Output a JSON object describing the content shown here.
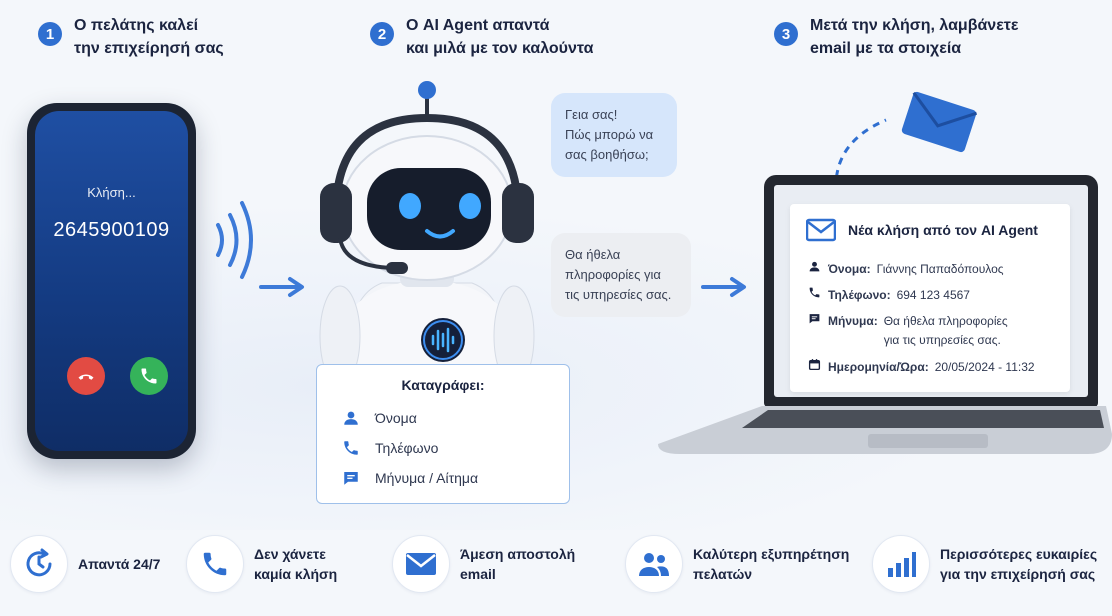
{
  "steps": [
    {
      "number": "1",
      "line1": "Ο πελάτης καλεί",
      "line2": "την επιχείρησή σας"
    },
    {
      "number": "2",
      "line1": "Ο AI Agent απαντά",
      "line2": "και μιλά με τον καλούντα"
    },
    {
      "number": "3",
      "line1": "Μετά την κλήση, λαμβάνετε",
      "line2": "email με τα στοιχεία"
    }
  ],
  "phone": {
    "status": "Κλήση...",
    "number": "2645900109"
  },
  "bubbles": {
    "agent": [
      "Γεια σας!",
      "Πώς μπορώ να",
      "σας βοηθήσω;"
    ],
    "caller": [
      "Θα ήθελα",
      "πληροφορίες για",
      "τις υπηρεσίες σας."
    ]
  },
  "capture": {
    "title": "Καταγράφει:",
    "items": [
      {
        "icon": "person-icon",
        "label": "Όνομα"
      },
      {
        "icon": "phone-icon",
        "label": "Τηλέφωνο"
      },
      {
        "icon": "message-icon",
        "label": "Μήνυμα / Αίτημα"
      }
    ]
  },
  "email": {
    "title": "Νέα κλήση από τον AI Agent",
    "name_label": "Όνομα:",
    "name_value": "Γιάννης Παπαδόπουλος",
    "phone_label": "Τηλέφωνο:",
    "phone_value": "694 123 4567",
    "message_label": "Μήνυμα:",
    "message_line1": "Θα ήθελα πληροφορίες",
    "message_line2": "για τις υπηρεσίες σας.",
    "datetime_label": "Ημερομηνία/Ώρα:",
    "datetime_value": "20/05/2024 - 11:32"
  },
  "features": [
    {
      "icon": "clock-24-icon",
      "line1": "Απαντά 24/7",
      "line2": ""
    },
    {
      "icon": "phone-icon",
      "line1": "Δεν χάνετε",
      "line2": "καμία κλήση"
    },
    {
      "icon": "envelope-icon",
      "line1": "Άμεση αποστολή",
      "line2": "email"
    },
    {
      "icon": "users-icon",
      "line1": "Καλύτερη εξυπηρέτηση",
      "line2": "πελατών"
    },
    {
      "icon": "bar-chart-icon",
      "line1": "Περισσότερες ευκαιρίες",
      "line2": "για την επιχείρησή σας"
    }
  ],
  "colors": {
    "accent": "#2f6fd0",
    "decline": "#e24b43",
    "accept": "#35b35a"
  }
}
